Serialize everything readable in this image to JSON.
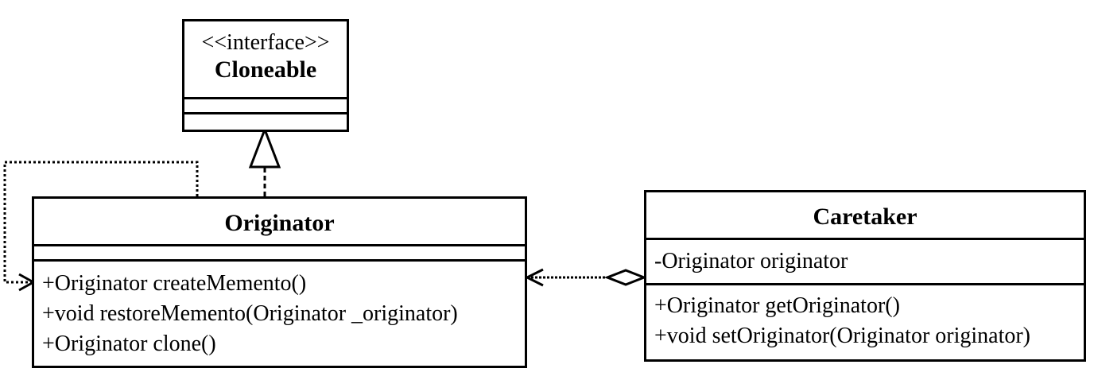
{
  "classes": {
    "cloneable": {
      "stereotype": "<<interface>>",
      "name": "Cloneable"
    },
    "originator": {
      "name": "Originator",
      "methods": [
        "+Originator createMemento()",
        "+void restoreMemento(Originator _originator)",
        "+Originator clone()"
      ]
    },
    "caretaker": {
      "name": "Caretaker",
      "attributes": [
        "-Originator originator"
      ],
      "methods": [
        "+Originator getOriginator()",
        "+void setOriginator(Originator originator)"
      ]
    }
  },
  "relations": [
    {
      "type": "realization",
      "from": "Originator",
      "to": "Cloneable"
    },
    {
      "type": "dependency",
      "from": "Originator",
      "to": "Originator"
    },
    {
      "type": "aggregation",
      "from": "Caretaker",
      "to": "Originator"
    }
  ]
}
